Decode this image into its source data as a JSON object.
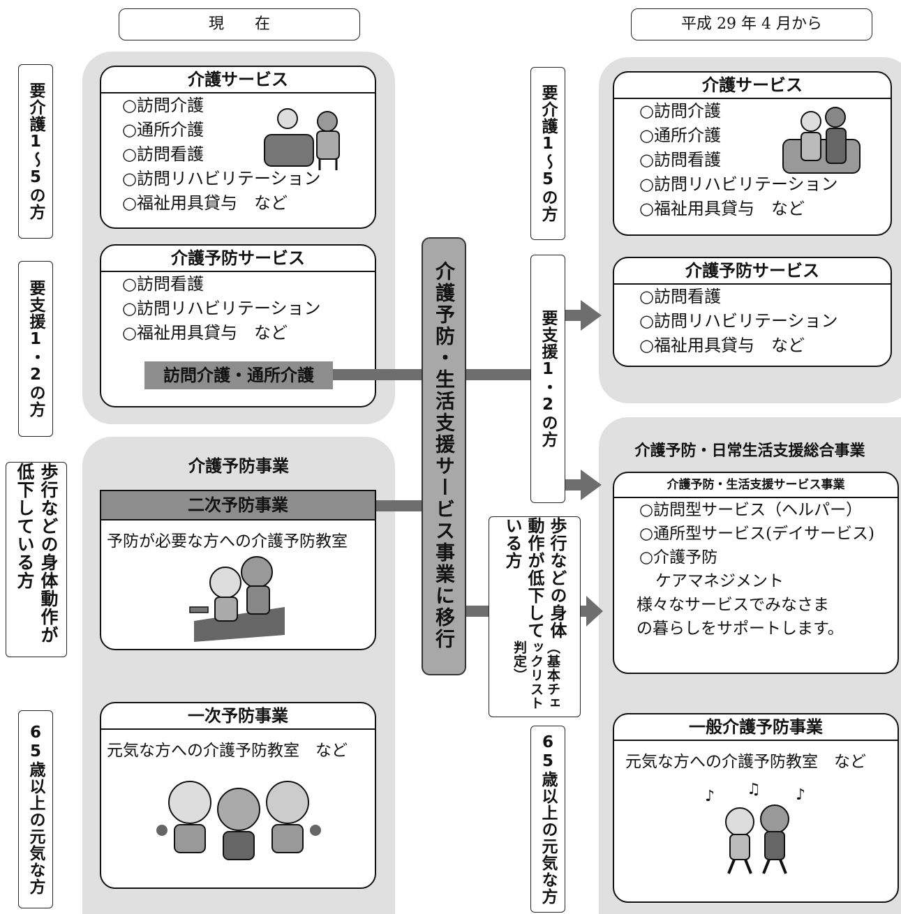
{
  "headers": {
    "current": "現　　在",
    "future": "平成 29 年 4 月から"
  },
  "left_labels": {
    "care1_5": "要介護1～5の方",
    "support1_2": "要支援1・2の方",
    "frail": "歩行などの身体動作が低下している方",
    "healthy65": "65歳以上の元気な方"
  },
  "current": {
    "care_services": {
      "title": "介護サービス",
      "items": [
        "○訪問介護",
        "○通所介護",
        "○訪問看護",
        "○訪問リハビリテーション",
        "○福祉用具貸与　など"
      ]
    },
    "prevention_services": {
      "title": "介護予防サービス",
      "items": [
        "○訪問看護",
        "○訪問リハビリテーション",
        "○福祉用具貸与　など"
      ],
      "highlight": "訪問介護・通所介護"
    },
    "prevention_program": {
      "panel_title": "介護予防事業",
      "secondary": {
        "title": "二次予防事業",
        "text": "予防が必要な方への介護予防教室"
      },
      "primary": {
        "title": "一次予防事業",
        "text": "元気な方への介護予防教室　など"
      }
    }
  },
  "center_transition": "介護予防・生活支援サービス事業に移行",
  "middle_labels": {
    "care1_5": "要介護1～5の方",
    "support1_2": "要支援1・2の方",
    "frail_main": "歩行などの身体動作が低下している方",
    "frail_note": "（基本チェックリスト判定）",
    "healthy65": "65歳以上の元気な方"
  },
  "future": {
    "care_services": {
      "title": "介護サービス",
      "items": [
        "○訪問介護",
        "○通所介護",
        "○訪問看護",
        "○訪問リハビリテーション",
        "○福祉用具貸与　など"
      ]
    },
    "prevention_services": {
      "title": "介護予防サービス",
      "items": [
        "○訪問看護",
        "○訪問リハビリテーション",
        "○福祉用具貸与　など"
      ]
    },
    "comprehensive": {
      "panel_title": "介護予防・日常生活支援総合事業",
      "support_service": {
        "title": "介護予防・生活支援サービス事業",
        "items": [
          "○訪問型サービス（ヘルパー）",
          "○通所型サービス(デイサービス)",
          "○介護予防",
          "　ケアマネジメント",
          "様々なサービスでみなさま",
          "の暮らしをサポートします。"
        ]
      },
      "general": {
        "title": "一般介護予防事業",
        "text": "元気な方への介護予防教室　など"
      }
    }
  }
}
